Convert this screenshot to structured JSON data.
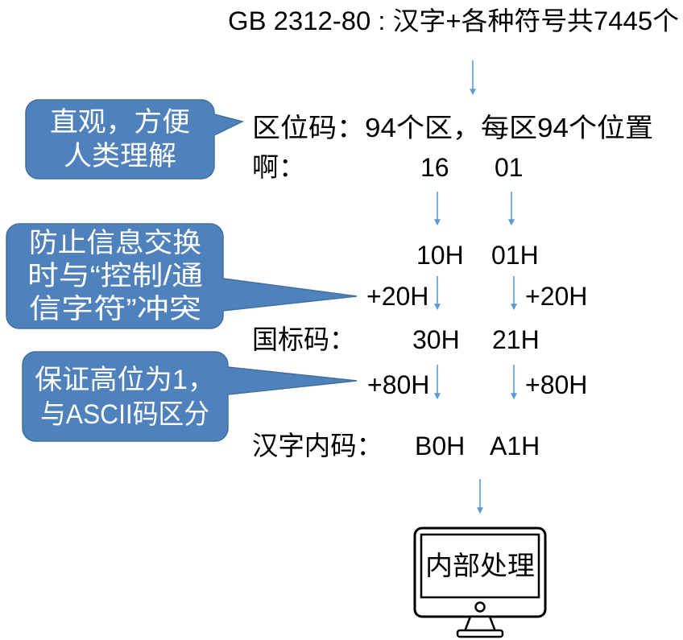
{
  "title": "GB 2312-80 : 汉字+各种符号共7445个",
  "colors": {
    "arrow": "#5B9BD5",
    "callout_fill": "#4F81BD",
    "callout_text": "#FFFFFF"
  },
  "quwei_row": {
    "label": "区位码：94个区，每区94个位置"
  },
  "example_row": {
    "label": "啊：",
    "high": "16",
    "low": "01"
  },
  "hex_row": {
    "high": "10H",
    "low": "01H"
  },
  "offset_20_row": {
    "left": "+20H",
    "right": "+20H"
  },
  "guobiao_row": {
    "label": "国标码：",
    "high": "30H",
    "low": "21H"
  },
  "offset_80_row": {
    "left": "+80H",
    "right": "+80H"
  },
  "neima_row": {
    "label": "汉字内码：",
    "high": "B0H",
    "low": "A1H"
  },
  "callouts": [
    {
      "lines": [
        "直观，方便",
        "人类理解"
      ]
    },
    {
      "lines": [
        "防止信息交换",
        "时与“控制/通",
        "信字符”冲突"
      ]
    },
    {
      "lines": [
        "保证高位为1，",
        "与ASCII码区分"
      ]
    }
  ],
  "monitor": {
    "icon": "monitor-icon",
    "label": "内部处理"
  }
}
